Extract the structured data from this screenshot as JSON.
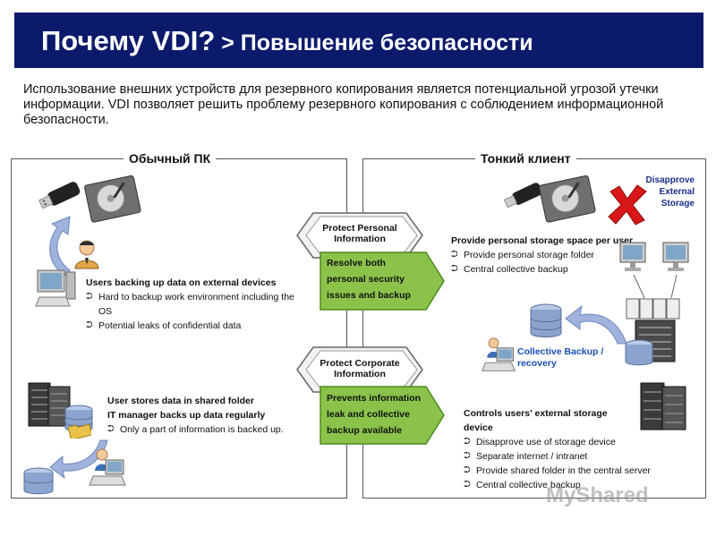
{
  "title": {
    "main": "Почему VDI?",
    "sub": " > Повышение безопасности"
  },
  "intro": "Использование внешних устройств для резервного копирования является потенциальной угрозой утечки информации. VDI позволяет решить проблему резервного копирования с соблюдением информационной безопасности.",
  "left_panel": {
    "title": "Обычный ПК",
    "block1": {
      "heading": "Users backing up data on external devices",
      "bullets": [
        "Hard to backup work environment including the OS",
        "Potential leaks of confidential data"
      ]
    },
    "block2": {
      "heading1": "User stores data in shared folder",
      "heading2": "IT manager backs up data regularly",
      "bullets": [
        "Only a part of information is backed up."
      ]
    }
  },
  "right_panel": {
    "title": "Тонкий клиент",
    "disapprove_note": "Disapprove External Storage",
    "block1": {
      "heading": "Provide personal storage space per user",
      "bullets": [
        "Provide personal storage folder",
        "Central collective backup"
      ]
    },
    "collective_note": "Collective Backup / recovery",
    "block2": {
      "heading": "Controls users' external storage device",
      "bullets": [
        "Disapprove use of storage device",
        "Separate internet / intranet",
        "Provide shared folder in the central server",
        "Central collective backup"
      ]
    }
  },
  "center": {
    "arrow1": "Protect Personal Information",
    "green1": [
      "Resolve both",
      "personal security",
      "issues and backup"
    ],
    "arrow2": "Protect Corporate Information",
    "green2": [
      "Prevents information",
      "leak and collective",
      "backup available"
    ]
  },
  "bullet_glyph": "⮊",
  "watermark": "MyShared",
  "colors": {
    "title_bg": "#0b1a6b",
    "green": "#8bc34a",
    "green_border": "#4c8a1f",
    "note_blue": "#1a4fb0",
    "red_x": "#d81818"
  }
}
